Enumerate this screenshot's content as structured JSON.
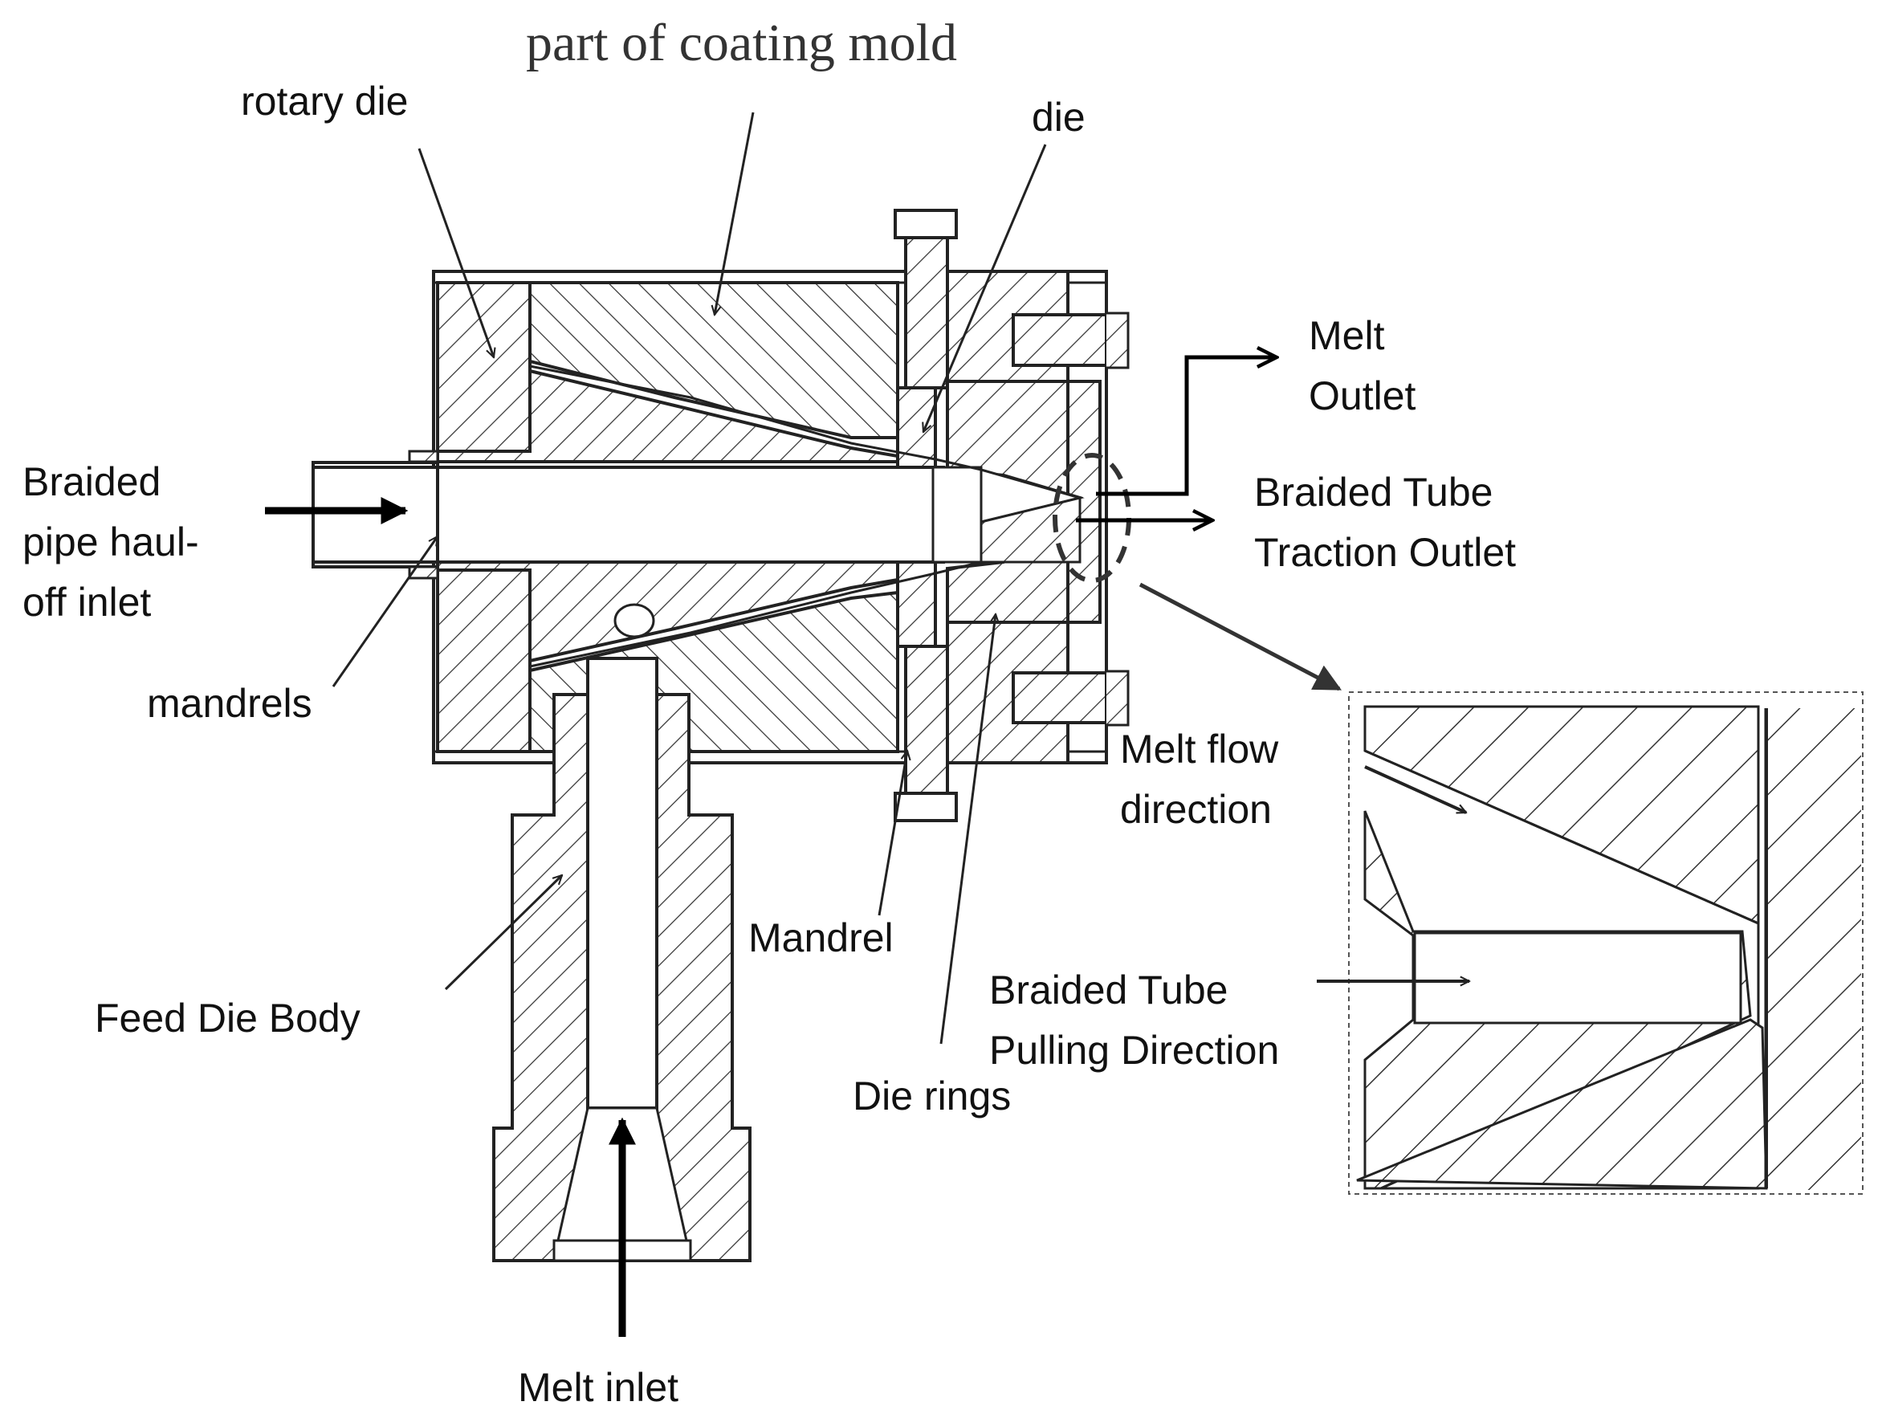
{
  "labels": {
    "part_of_coating_mold": "part of coating mold",
    "rotary_die": "rotary die",
    "die": "die",
    "melt_outlet_line1": "Melt",
    "melt_outlet_line2": "Outlet",
    "braided_tube_traction_outlet_line1": "Braided Tube",
    "braided_tube_traction_outlet_line2": "Traction Outlet",
    "braided_pipe_inlet_line1": "Braided",
    "braided_pipe_inlet_line2": "pipe  haul-",
    "braided_pipe_inlet_line3": "off inlet",
    "mandrels": "mandrels",
    "mandrel": "Mandrel",
    "feed_die_body": "Feed Die Body",
    "die_rings": "Die rings",
    "melt_inlet": "Melt inlet",
    "melt_flow_direction_line1": "Melt flow",
    "melt_flow_direction_line2": "direction",
    "braided_tube_pulling_direction_line1": "Braided Tube",
    "braided_tube_pulling_direction_line2": "Pulling Direction"
  },
  "colors": {
    "line": "#222222",
    "text": "#111111",
    "title_text": "#333333",
    "background": "#ffffff"
  }
}
